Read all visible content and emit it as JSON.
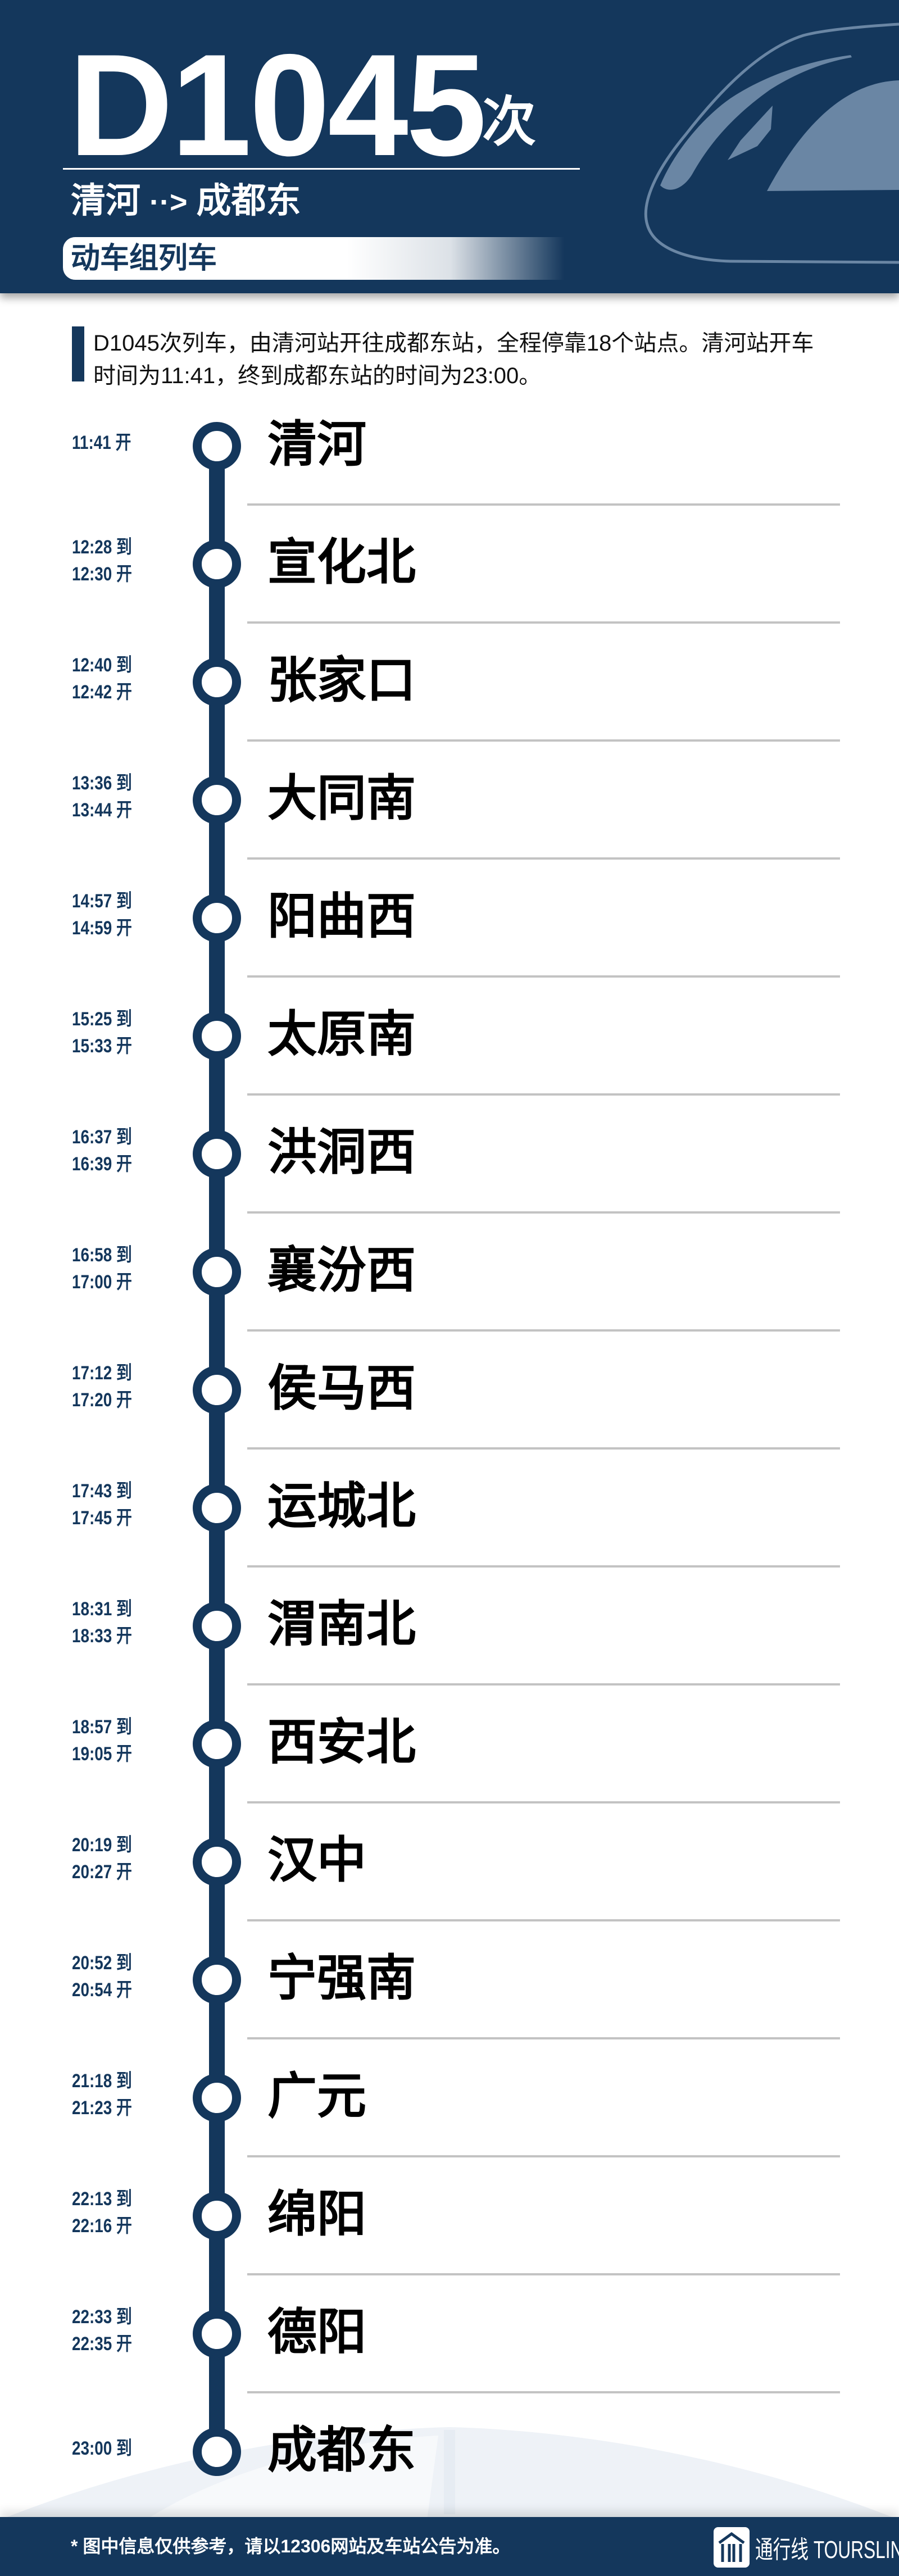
{
  "header": {
    "train_number": "D1045",
    "train_suffix": "次",
    "origin": "清河",
    "arrow": "··>",
    "destination": "成都东",
    "train_type": "动车组列车"
  },
  "intro": "D1045次列车，由清河站开往成都东站，全程停靠18个站点。清河站开车时间为11:41，终到成都东站的时间为23:00。",
  "stops": [
    {
      "name": "清河",
      "times": [
        "11:41 开"
      ]
    },
    {
      "name": "宣化北",
      "times": [
        "12:28 到",
        "12:30 开"
      ]
    },
    {
      "name": "张家口",
      "times": [
        "12:40 到",
        "12:42 开"
      ]
    },
    {
      "name": "大同南",
      "times": [
        "13:36 到",
        "13:44 开"
      ]
    },
    {
      "name": "阳曲西",
      "times": [
        "14:57 到",
        "14:59 开"
      ]
    },
    {
      "name": "太原南",
      "times": [
        "15:25 到",
        "15:33 开"
      ]
    },
    {
      "name": "洪洞西",
      "times": [
        "16:37 到",
        "16:39 开"
      ]
    },
    {
      "name": "襄汾西",
      "times": [
        "16:58 到",
        "17:00 开"
      ]
    },
    {
      "name": "侯马西",
      "times": [
        "17:12 到",
        "17:20 开"
      ]
    },
    {
      "name": "运城北",
      "times": [
        "17:43 到",
        "17:45 开"
      ]
    },
    {
      "name": "渭南北",
      "times": [
        "18:31 到",
        "18:33 开"
      ]
    },
    {
      "name": "西安北",
      "times": [
        "18:57 到",
        "19:05 开"
      ]
    },
    {
      "name": "汉中",
      "times": [
        "20:19 到",
        "20:27 开"
      ]
    },
    {
      "name": "宁强南",
      "times": [
        "20:52 到",
        "20:54 开"
      ]
    },
    {
      "name": "广元",
      "times": [
        "21:18 到",
        "21:23 开"
      ]
    },
    {
      "name": "绵阳",
      "times": [
        "22:13 到",
        "22:16 开"
      ]
    },
    {
      "name": "德阳",
      "times": [
        "22:33 到",
        "22:35 开"
      ]
    },
    {
      "name": "成都东",
      "times": [
        "23:00 到"
      ]
    }
  ],
  "footer": {
    "note": "* 图中信息仅供参考，请以12306网站及车站公告为准。",
    "logo_text": "通行线 TOURSLINE"
  },
  "colors": {
    "primary": "#14375c",
    "accent": "#6a86a4",
    "separator": "#c3c3c3"
  }
}
